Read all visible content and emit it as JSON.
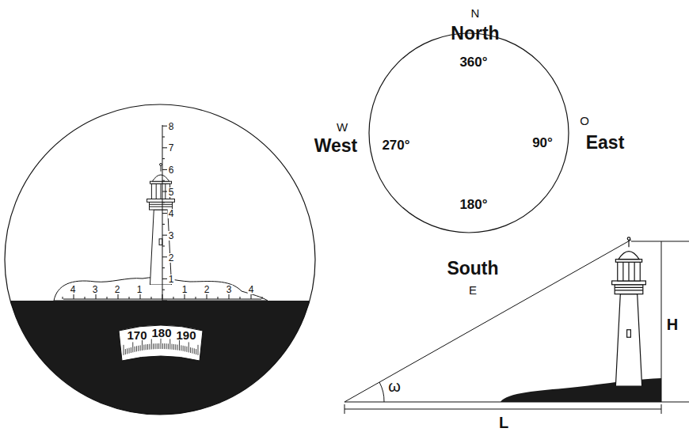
{
  "diagram": {
    "nodes": [
      {
        "text": [
          "360°",
          "270°",
          "90°",
          "180°"
        ]
      }
    ],
    "labels": [
      "1",
      "2",
      "3",
      "4",
      "5",
      "6",
      "7",
      "8",
      "4",
      "3",
      "2",
      "1",
      "1",
      "2",
      "3",
      "4",
      "170",
      "180",
      "190",
      "N",
      "North",
      "W",
      "West",
      "O",
      "East",
      "South",
      "E",
      "ω",
      "H",
      "L"
    ]
  }
}
